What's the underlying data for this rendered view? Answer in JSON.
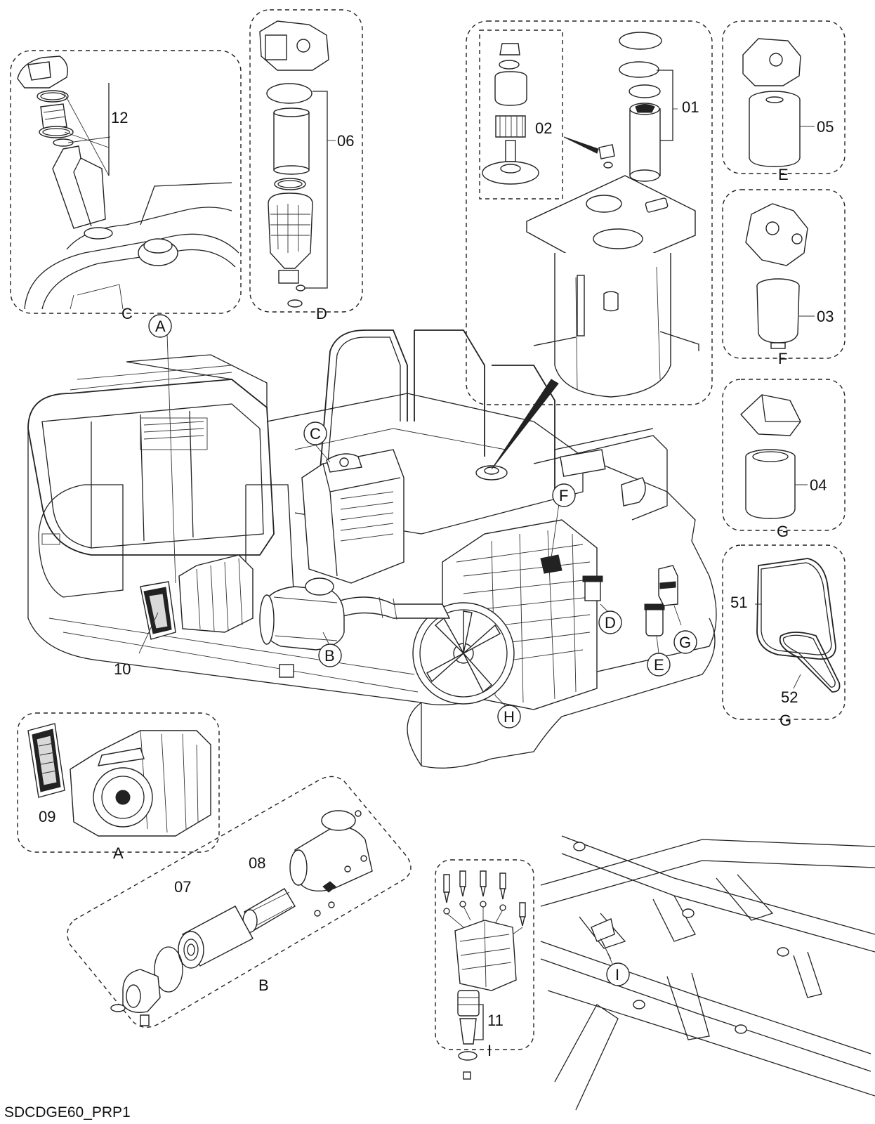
{
  "drawing_id": "SDCDGE60_PRP1",
  "callouts": {
    "p01": "01",
    "p02": "02",
    "p03": "03",
    "p04": "04",
    "p05": "05",
    "p06": "06",
    "p07": "07",
    "p08": "08",
    "p09": "09",
    "p10": "10",
    "p11": "11",
    "p12": "12",
    "p51": "51",
    "p52": "52"
  },
  "detail_letters": {
    "A": "A",
    "B": "B",
    "C": "C",
    "D": "D",
    "E": "E",
    "F": "F",
    "G": "G",
    "H": "H",
    "I": "I"
  }
}
